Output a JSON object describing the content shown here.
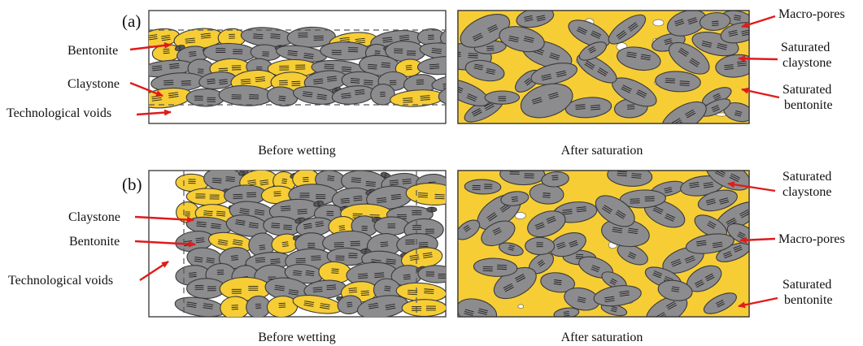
{
  "colors": {
    "claystone": "#8c8c8f",
    "bentonite": "#f6cd35",
    "arrow": "#e01b1b",
    "frame": "#333333",
    "background": "#ffffff"
  },
  "panel_a": {
    "tag": "(a)",
    "left_labels": {
      "bentonite": "Bentonite",
      "claystone": "Claystone",
      "voids": "Technological voids"
    },
    "right_labels": {
      "macro_pores": "Macro-pores",
      "saturated_claystone": [
        "Saturated",
        "claystone"
      ],
      "saturated_bentonite": [
        "Saturated",
        "bentonite"
      ]
    },
    "captions": {
      "before": "Before wetting",
      "after": "After saturation"
    }
  },
  "panel_b": {
    "tag": "(b)",
    "left_labels": {
      "claystone": "Claystone",
      "bentonite": "Bentonite",
      "voids": "Technological voids"
    },
    "right_labels": {
      "saturated_claystone": [
        "Saturated",
        "claystone"
      ],
      "macro_pores": "Macro-pores",
      "saturated_bentonite": [
        "Saturated",
        "bentonite"
      ]
    },
    "captions": {
      "before": "Before wetting",
      "after": "After saturation"
    }
  },
  "icons": [
    "arrow-icon"
  ]
}
